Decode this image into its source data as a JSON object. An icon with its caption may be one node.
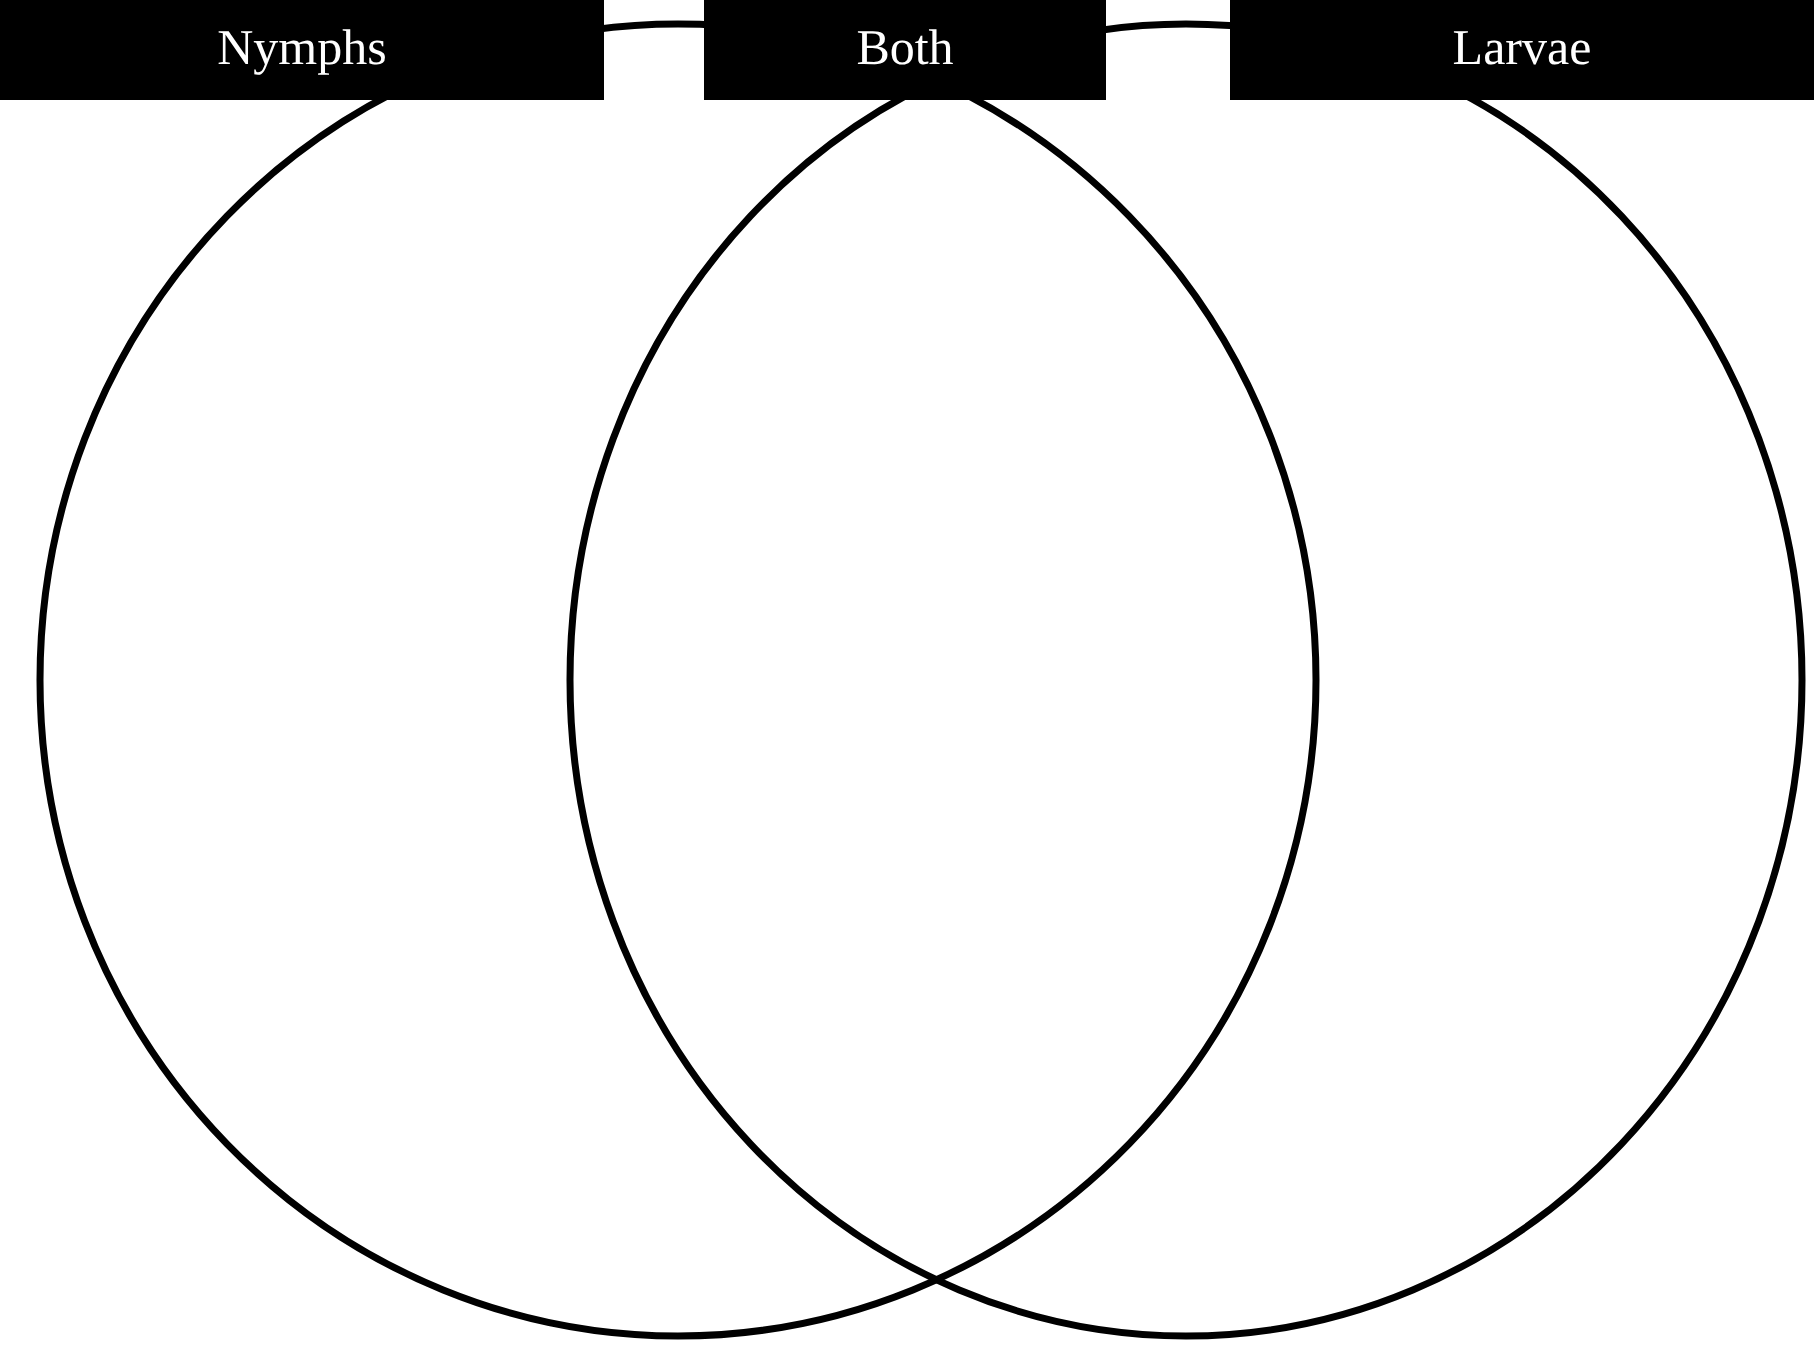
{
  "diagram": {
    "nodes": [
      {
        "text": [],
        "shape": "circle"
      },
      {
        "text": [],
        "shape": "circle"
      },
      {
        "text": [
          "Nymphs"
        ]
      },
      {
        "text": [
          "Both"
        ]
      },
      {
        "text": [
          "Larvae"
        ]
      }
    ]
  }
}
